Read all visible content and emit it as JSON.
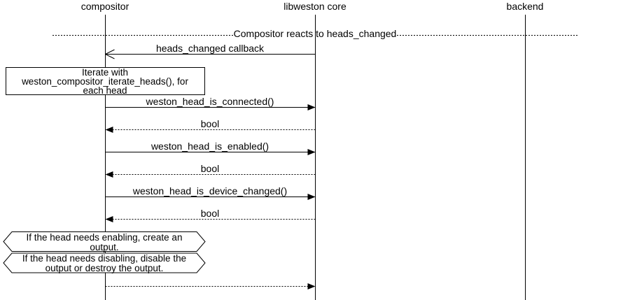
{
  "colors": {
    "foreground": "#000000",
    "background": "#ffffff"
  },
  "actors": [
    {
      "label": "compositor"
    },
    {
      "label": "libweston core"
    },
    {
      "label": "backend"
    }
  ],
  "divider": {
    "label": "Compositor reacts to heads_changed"
  },
  "note": {
    "line1": "Iterate with",
    "line2": "weston_compositor_iterate_heads(), for",
    "line3": "each head"
  },
  "messages": [
    {
      "label": "heads_changed callback",
      "from": "libweston core",
      "to": "compositor",
      "line": "solid",
      "arrowhead": "open"
    },
    {
      "label": "weston_head_is_connected()",
      "from": "compositor",
      "to": "libweston core",
      "line": "solid",
      "arrowhead": "filled"
    },
    {
      "label": "bool",
      "from": "libweston core",
      "to": "compositor",
      "line": "dotted",
      "arrowhead": "filled"
    },
    {
      "label": "weston_head_is_enabled()",
      "from": "compositor",
      "to": "libweston core",
      "line": "solid",
      "arrowhead": "filled"
    },
    {
      "label": "bool",
      "from": "libweston core",
      "to": "compositor",
      "line": "dotted",
      "arrowhead": "filled"
    },
    {
      "label": "weston_head_is_device_changed()",
      "from": "compositor",
      "to": "libweston core",
      "line": "solid",
      "arrowhead": "filled"
    },
    {
      "label": "bool",
      "from": "libweston core",
      "to": "compositor",
      "line": "dotted",
      "arrowhead": "filled"
    },
    {
      "label": "",
      "from": "compositor",
      "to": "libweston core",
      "line": "dotted",
      "arrowhead": "filled"
    }
  ],
  "conditions": [
    {
      "line1": "If the head needs enabling, create an",
      "line2": "output."
    },
    {
      "line1": "If the head needs disabling, disable the",
      "line2": "output or destroy the output."
    }
  ]
}
